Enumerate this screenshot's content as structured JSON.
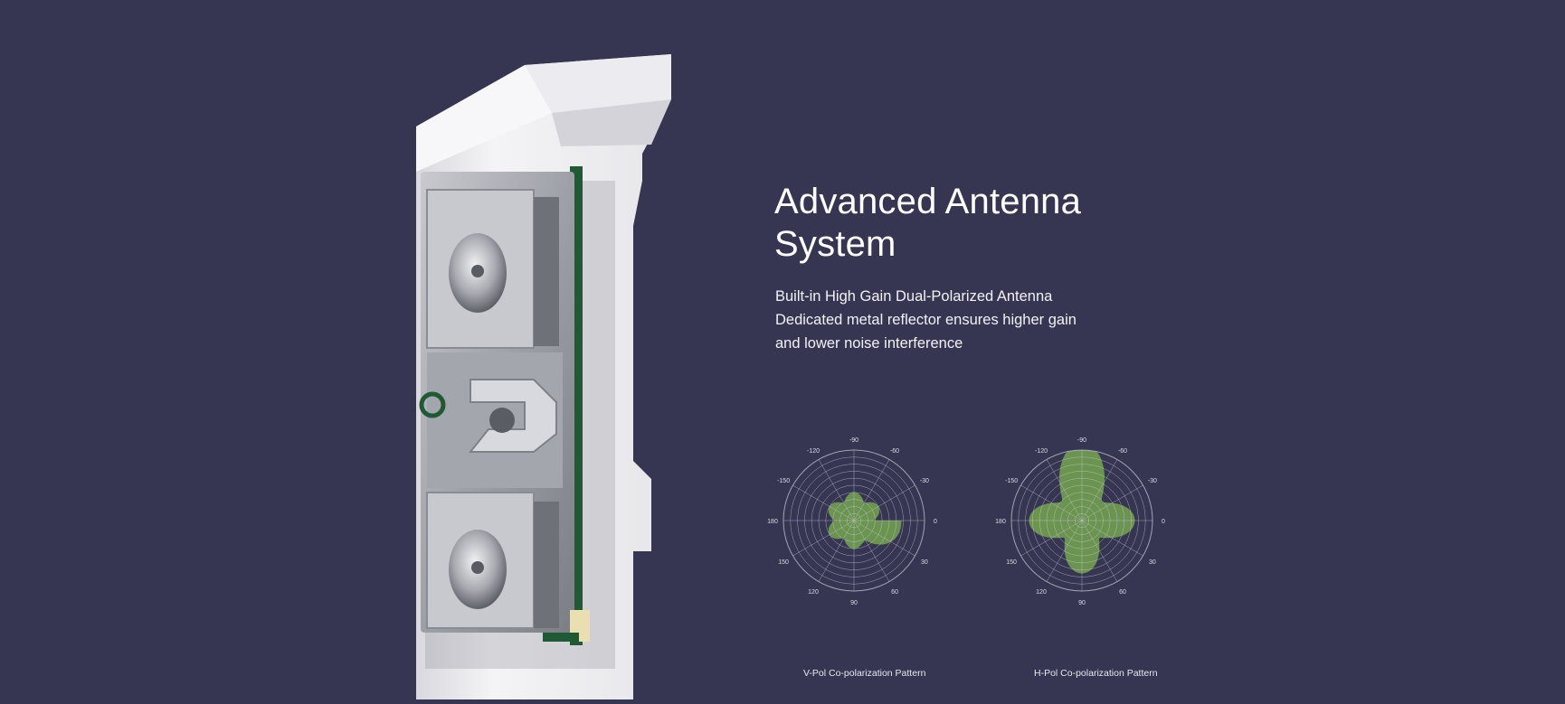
{
  "section": {
    "title": "Advanced Antenna System",
    "description_lines": [
      "Built-in High Gain Dual-Polarized Antenna",
      "Dedicated metal reflector ensures higher gain",
      "and lower noise interference"
    ]
  },
  "product_image": {
    "icon": "dual-polarized-antenna-device"
  },
  "colors": {
    "background": "#363552",
    "pattern_fill": "#6f9a50",
    "grid": "#c8c8d4",
    "text": "#ffffff"
  },
  "chart_data": [
    {
      "type": "polar",
      "caption": "V-Pol Co-polarization Pattern",
      "angle_labels": [
        "-90",
        "-60",
        "-30",
        "0",
        "30",
        "60",
        "90",
        "120",
        "150",
        "180",
        "-150",
        "-120"
      ],
      "rings": 10
    },
    {
      "type": "polar",
      "caption": "H-Pol Co-polarization Pattern",
      "angle_labels": [
        "-90",
        "-60",
        "-30",
        "0",
        "30",
        "60",
        "90",
        "120",
        "150",
        "180",
        "-150",
        "-120"
      ],
      "rings": 10
    }
  ]
}
